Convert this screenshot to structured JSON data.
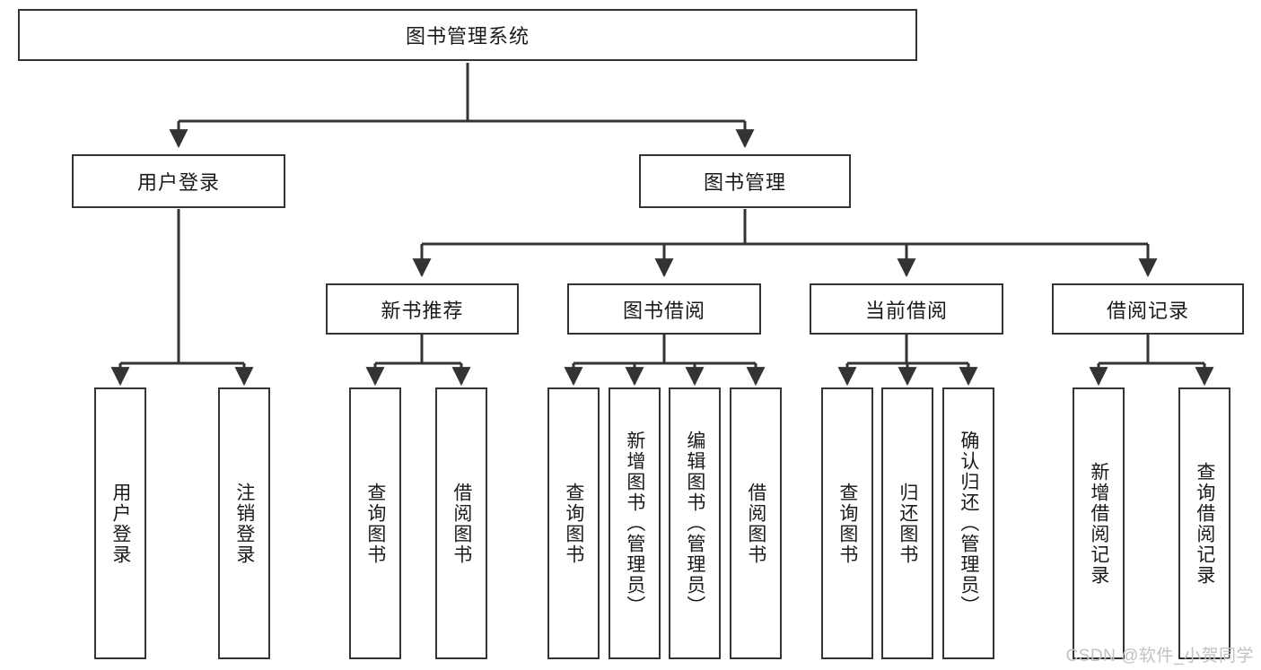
{
  "diagram": {
    "title": "图书管理系统",
    "watermark": "CSDN @软件_小贺同学",
    "line_color": "#333333",
    "text_color": "#1a1a1a",
    "background": "#ffffff",
    "root": {
      "label": "图书管理系统"
    },
    "level2": [
      {
        "label": "用户登录"
      },
      {
        "label": "图书管理"
      }
    ],
    "level3": [
      {
        "label": "新书推荐"
      },
      {
        "label": "图书借阅"
      },
      {
        "label": "当前借阅"
      },
      {
        "label": "借阅记录"
      }
    ],
    "leaves": {
      "user_login": [
        {
          "label": "用户登录"
        },
        {
          "label": "注销登录"
        }
      ],
      "new_book": [
        {
          "label": "查询图书"
        },
        {
          "label": "借阅图书"
        }
      ],
      "book_borrow": [
        {
          "label": "查询图书"
        },
        {
          "label": "新增图书（管理员）"
        },
        {
          "label": "编辑图书（管理员）"
        },
        {
          "label": "借阅图书"
        }
      ],
      "current_borrow": [
        {
          "label": "查询图书"
        },
        {
          "label": "归还图书"
        },
        {
          "label": "确认归还（管理员）"
        }
      ],
      "borrow_record": [
        {
          "label": "新增借阅记录"
        },
        {
          "label": "查询借阅记录"
        }
      ]
    }
  }
}
